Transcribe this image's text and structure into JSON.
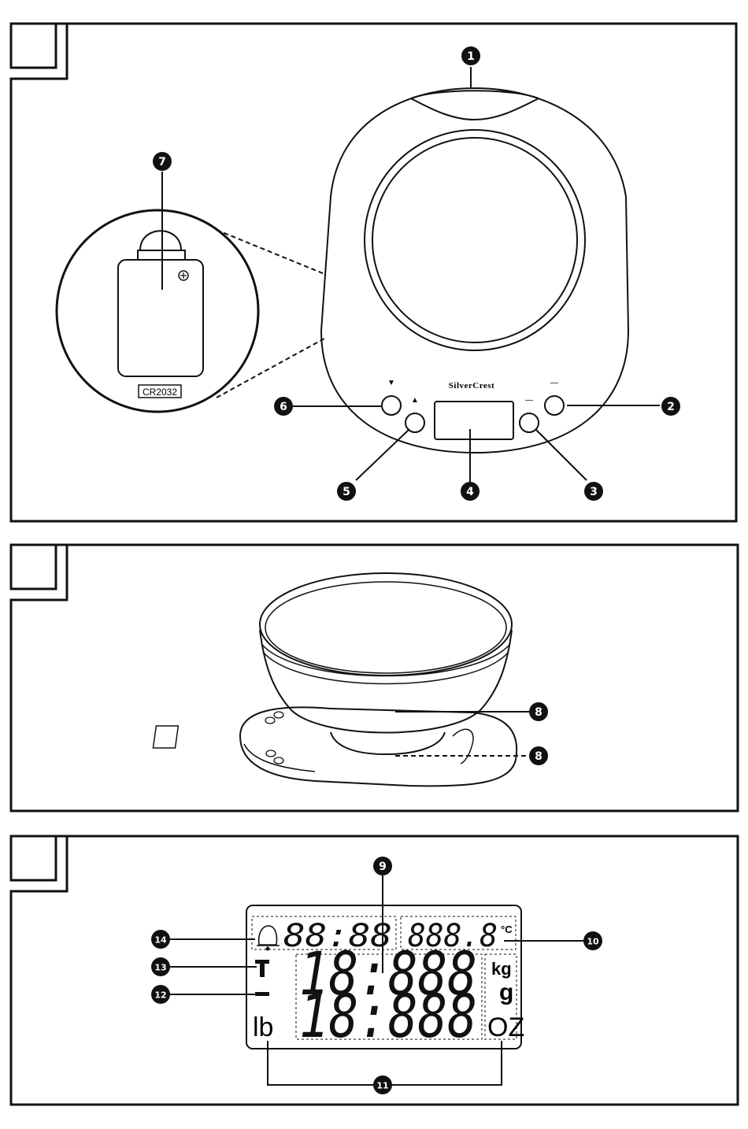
{
  "panel1": {
    "brand": "SilverCrest",
    "battery_label": "CR2032",
    "button_symbols": {
      "down": "▼",
      "up": "▲",
      "dash": "—"
    },
    "callouts": {
      "c1": "1",
      "c2": "2",
      "c3": "3",
      "c4": "4",
      "c5": "5",
      "c6": "6",
      "c7": "7"
    }
  },
  "panel2": {
    "callouts": {
      "c8a": "8",
      "c8b": "8"
    }
  },
  "panel3": {
    "timer_digits": "88:88",
    "temp_digits": "888.8",
    "temp_unit": "°C",
    "main_row1": "18:888",
    "main_row2": "18:888",
    "unit_kg": "kg",
    "unit_g": "g",
    "unit_lb": "lb",
    "unit_oz": "OZ",
    "callouts": {
      "c9": "9",
      "c10": "10",
      "c11": "11",
      "c12": "12",
      "c13": "13",
      "c14": "14"
    }
  }
}
